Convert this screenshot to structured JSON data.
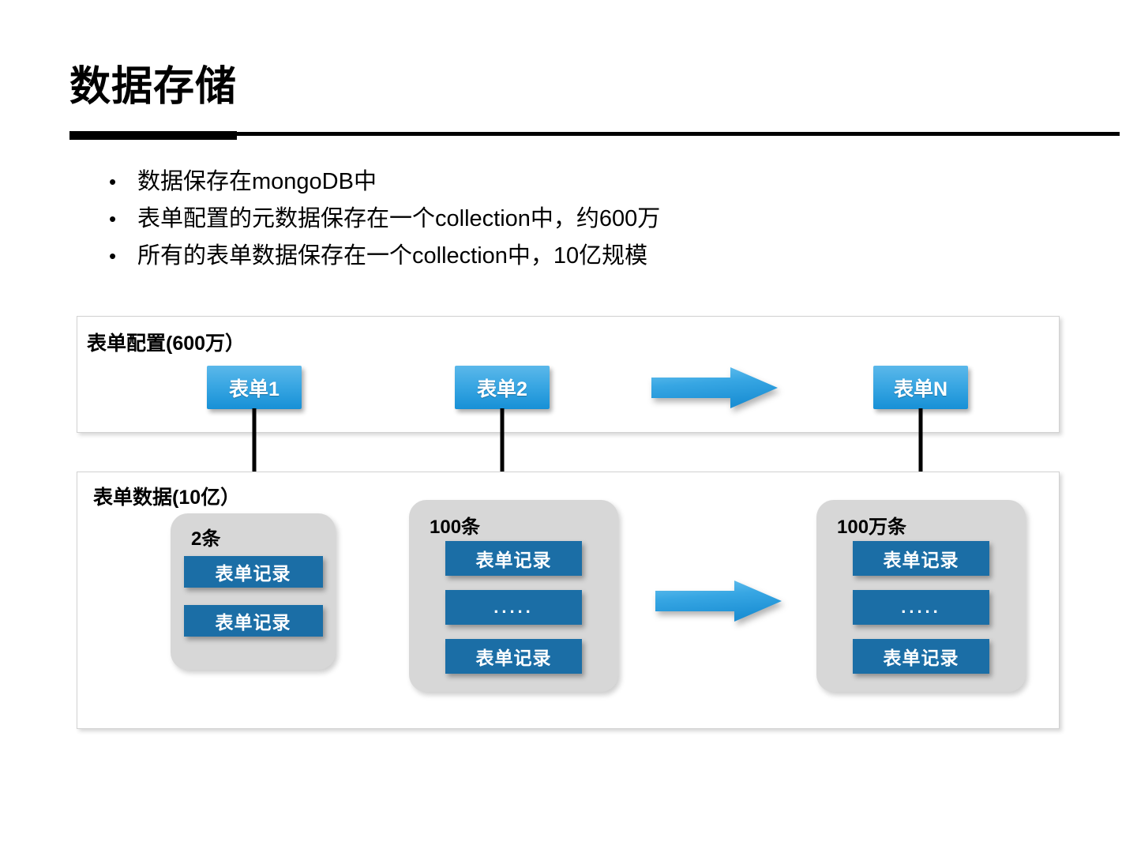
{
  "slide": {
    "title": "数据存储",
    "bullets": [
      {
        "marker": "•",
        "text": "数据保存在mongoDB中"
      },
      {
        "marker": "•",
        "text": "表单配置的元数据保存在一个collection中，约600万"
      },
      {
        "marker": "•",
        "text": "所有的表单数据保存在一个collection中，10亿规模"
      }
    ]
  },
  "colors": {
    "form_box_top": "#5bb8ea",
    "form_box_bottom": "#1790d6",
    "record_box": "#1b6ea6",
    "group_background": "#d7d7d7",
    "arrow_blue_light": "#5fbcec",
    "arrow_blue_dark": "#1f93d8",
    "panel_border": "#d2d2d2",
    "rule": "#000000"
  },
  "panel_config": {
    "title": "表单配置(600万）",
    "boxes": [
      {
        "label": "表单1"
      },
      {
        "label": "表单2"
      },
      {
        "label": "表单N"
      }
    ],
    "arrow": "right-block-arrow"
  },
  "panel_data": {
    "title": "表单数据(10亿）",
    "arrow": "right-block-arrow",
    "groups": [
      {
        "count": "2条",
        "records": [
          {
            "label": "表单记录"
          },
          {
            "label": "表单记录"
          }
        ]
      },
      {
        "count": "100条",
        "records": [
          {
            "label": "表单记录"
          },
          {
            "label": "....."
          },
          {
            "label": "表单记录"
          }
        ]
      },
      {
        "count": "100万条",
        "records": [
          {
            "label": "表单记录"
          },
          {
            "label": "....."
          },
          {
            "label": "表单记录"
          }
        ]
      }
    ]
  }
}
